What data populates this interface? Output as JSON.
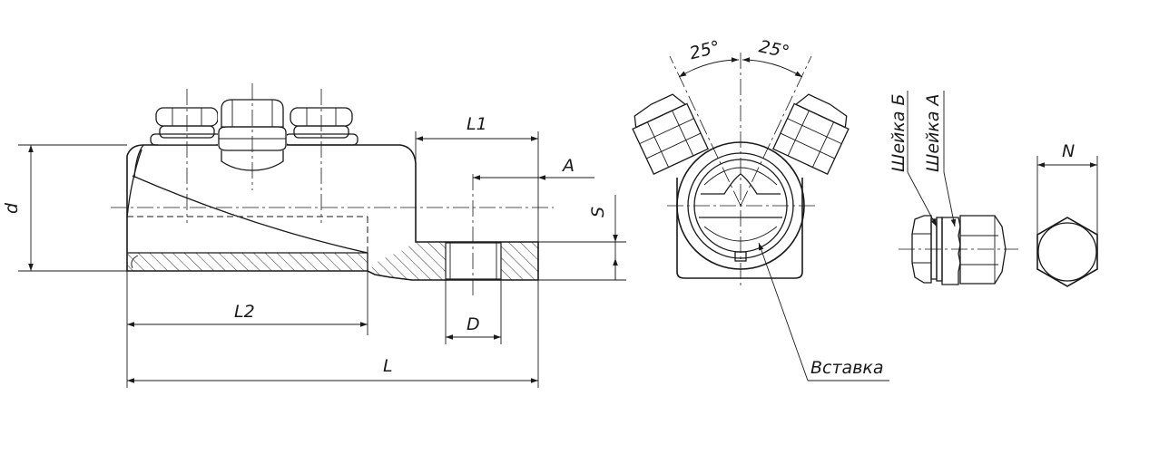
{
  "labels": {
    "d": "d",
    "L1": "L1",
    "A": "A",
    "S": "S",
    "L2": "L2",
    "D": "D",
    "L": "L",
    "angle_left": "25°",
    "angle_right": "25°",
    "insert": "Вставка",
    "neck_b": "Шейка Б",
    "neck_a": "Шейка А",
    "N": "N"
  }
}
